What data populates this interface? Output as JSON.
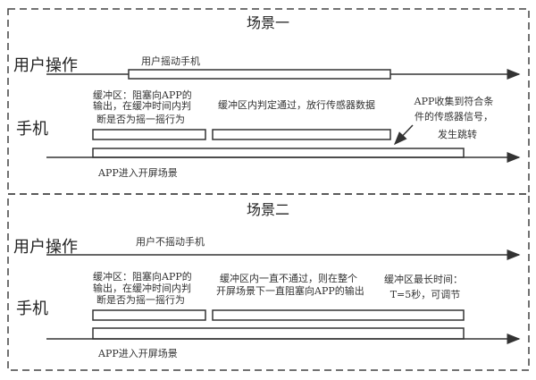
{
  "scene1": {
    "title": "场景一",
    "user_row_label": "用户操作",
    "phone_row_label": "手机",
    "user_action": "用户摇动手机",
    "buffer_text": [
      "缓冲区：阻塞向APP的",
      "输出，在缓冲时间内判",
      "断是否为摇一摇行为"
    ],
    "pass_text": "缓冲区内判定通过，放行传感器数据",
    "jump_text": [
      "APP收集到符合条",
      "件的传感器信号，",
      "发生跳转"
    ],
    "app_label": "APP进入开屏场景"
  },
  "scene2": {
    "title": "场景二",
    "user_row_label": "用户操作",
    "phone_row_label": "手机",
    "user_action": "用户不摇动手机",
    "buffer_text": [
      "缓冲区：阻塞向APP的",
      "输出，在缓冲时间内判",
      "断是否为摇一摇行为"
    ],
    "block_text": [
      "缓冲区内一直不通过，则在整个",
      "开屏场景下一直阻塞向APP的输出"
    ],
    "timeout_text": [
      "缓冲区最长时间：",
      "T=5秒，可调节"
    ],
    "app_label": "APP进入开屏场景"
  }
}
